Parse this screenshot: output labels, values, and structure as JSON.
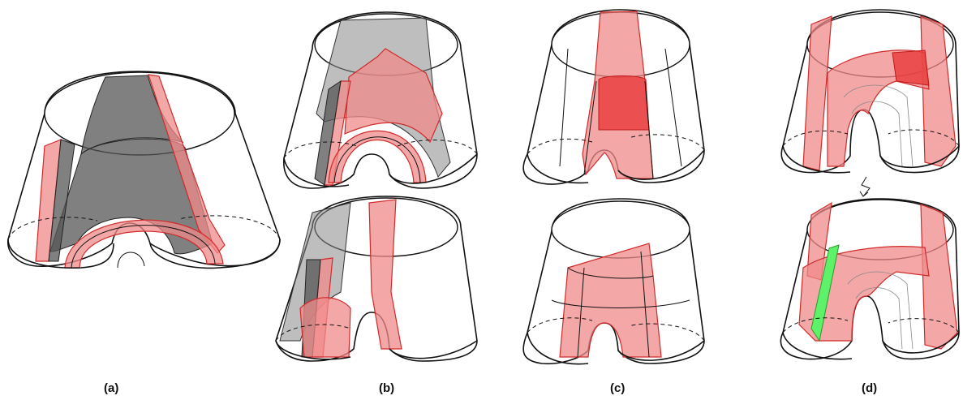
{
  "panels": [
    {
      "id": "a",
      "label": "(a)"
    },
    {
      "id": "b",
      "label": "(b)"
    },
    {
      "id": "c",
      "label": "(c)"
    },
    {
      "id": "d",
      "label": "(d)"
    }
  ],
  "colors": {
    "highlight_red": "#f08a8a",
    "dark_red": "#e83a3a",
    "shade_gray": "#555555",
    "accent_green": "#5df26a"
  }
}
